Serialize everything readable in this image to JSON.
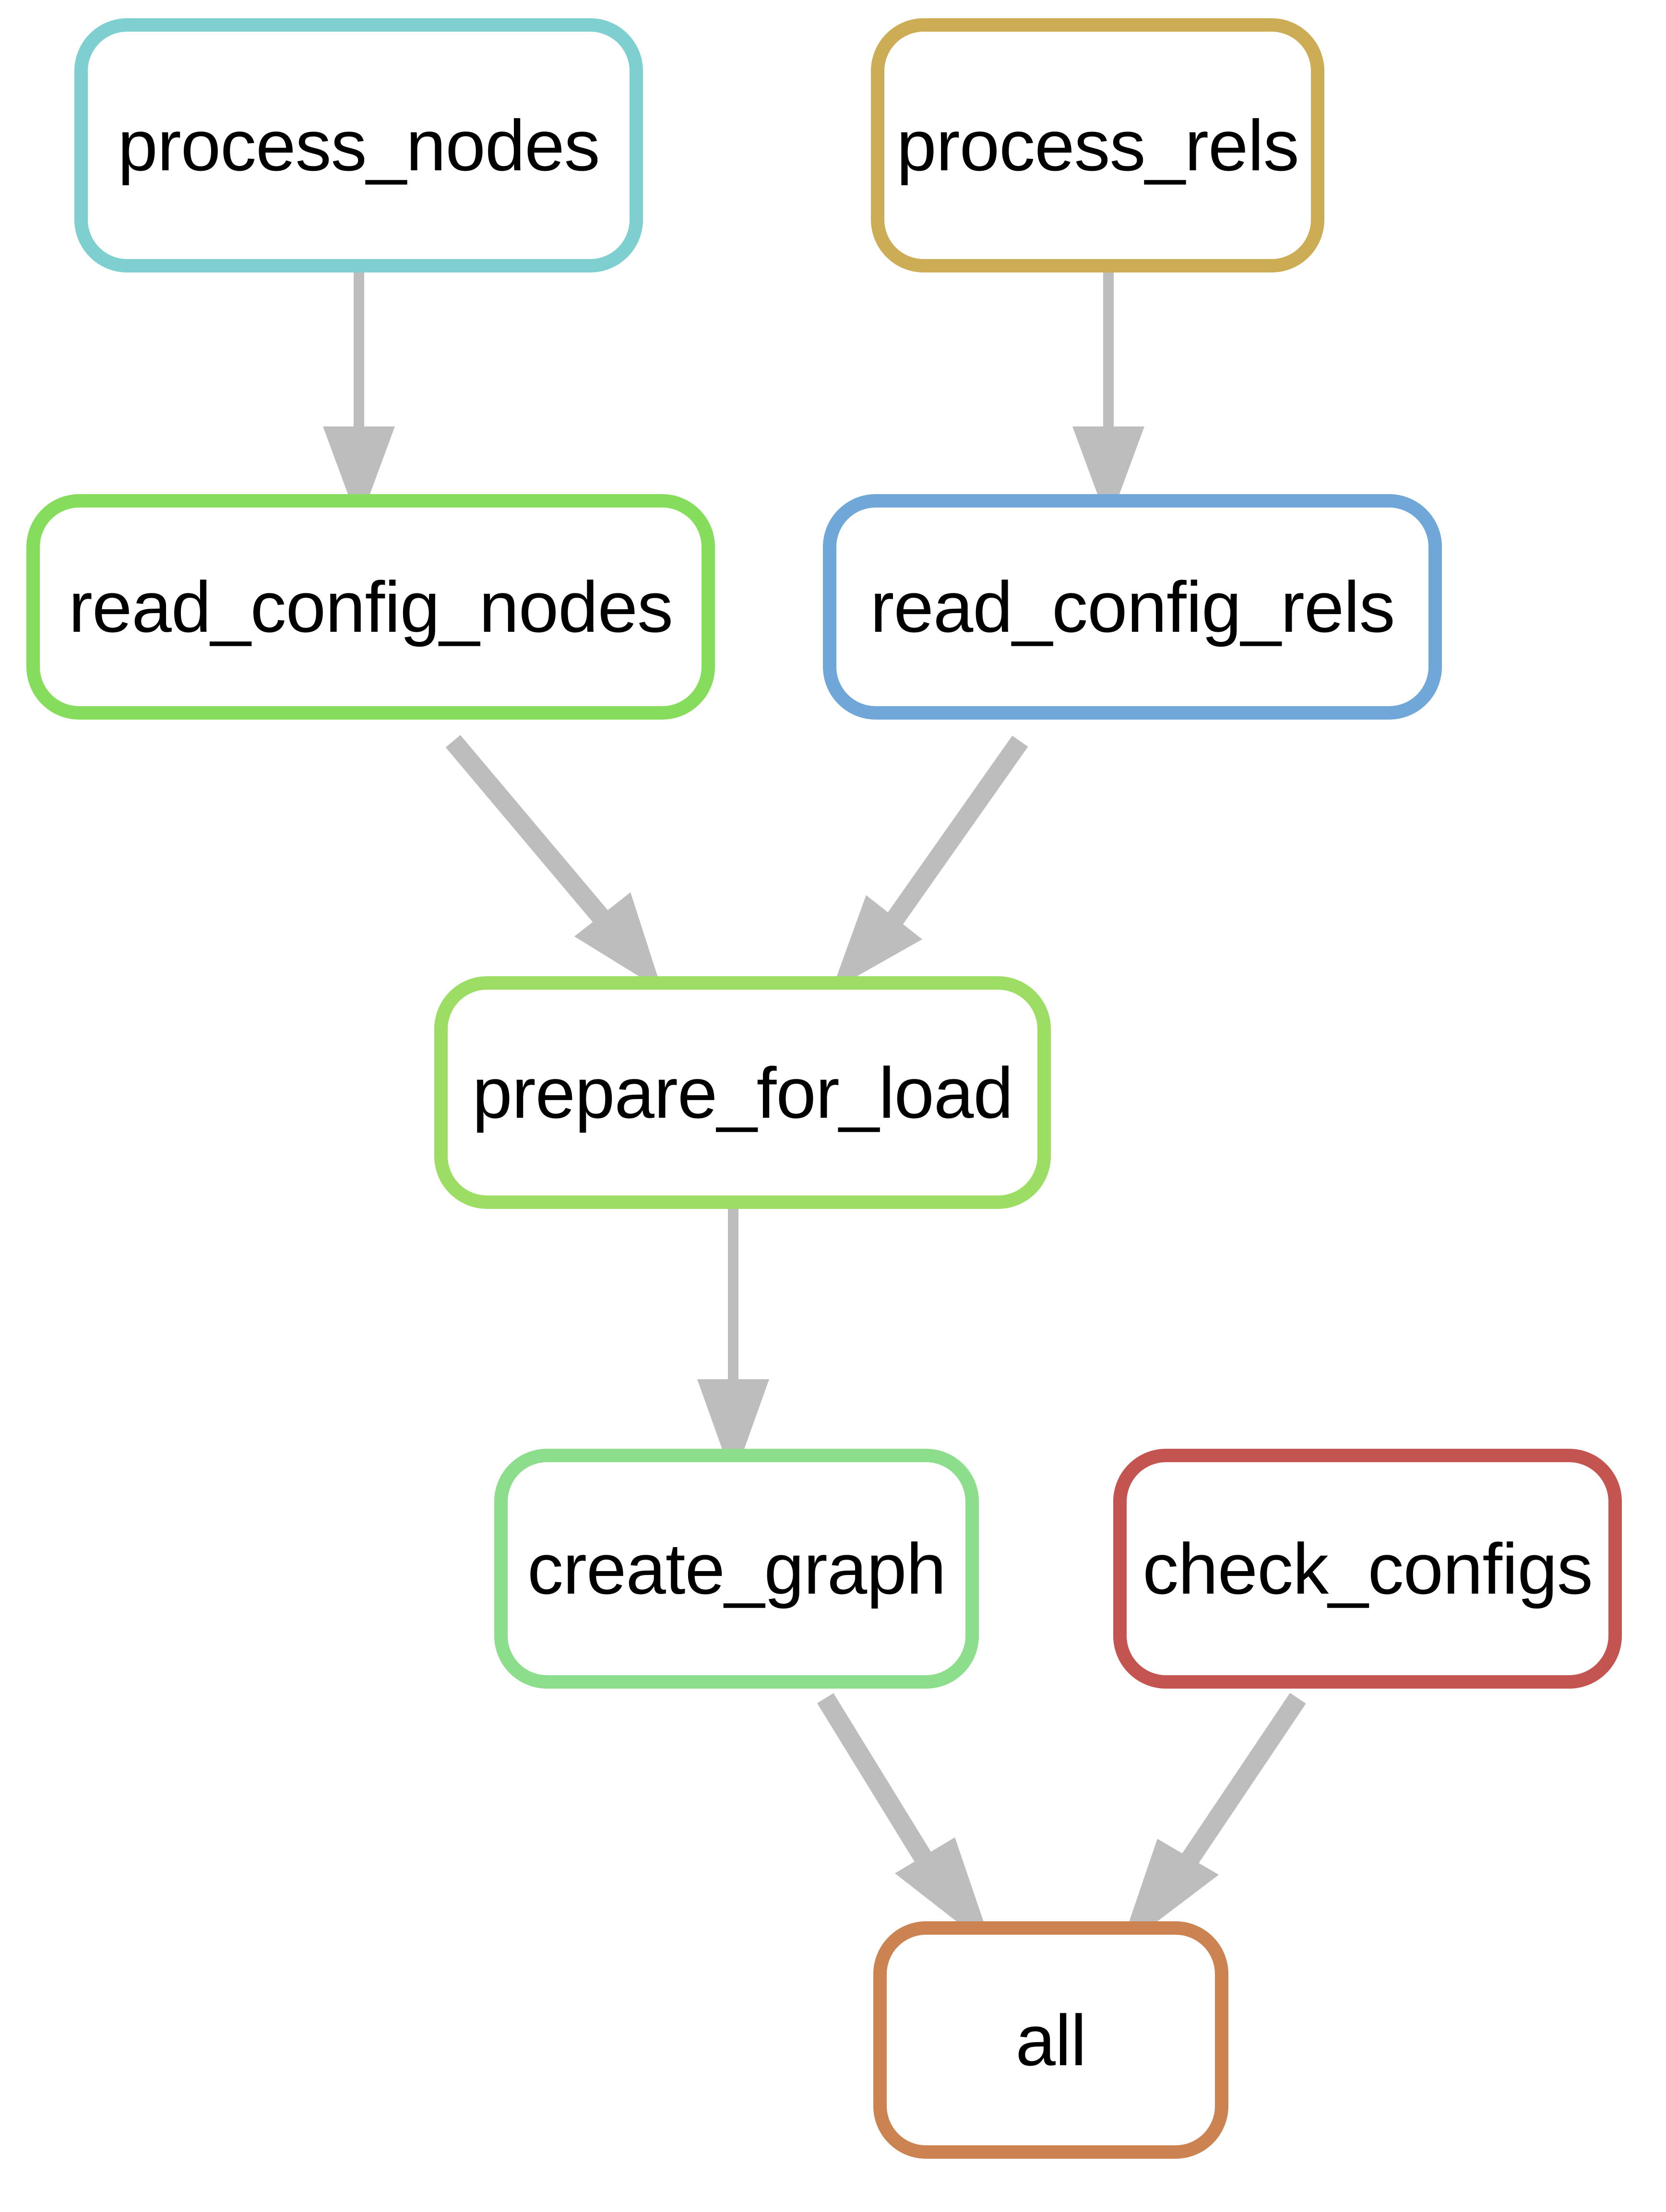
{
  "diagram": {
    "type": "directed-acyclic-graph",
    "title": "",
    "background_color": "#ffffff",
    "edge_color": "#bdbdbd",
    "label_color": "#000000",
    "nodes": [
      {
        "id": "process_nodes",
        "label": "process_nodes",
        "color": "#7ecfcf",
        "shape": "rounded-rectangle"
      },
      {
        "id": "process_rels",
        "label": "process_rels",
        "color": "#ccac55",
        "shape": "rounded-rectangle"
      },
      {
        "id": "read_config_nodes",
        "label": "read_config_nodes",
        "color": "#85dd5b",
        "shape": "rounded-rectangle"
      },
      {
        "id": "read_config_rels",
        "label": "read_config_rels",
        "color": "#6fa8d8",
        "shape": "rounded-rectangle"
      },
      {
        "id": "prepare_for_load",
        "label": "prepare_for_load",
        "color": "#9cdd64",
        "shape": "rounded-rectangle"
      },
      {
        "id": "create_graph",
        "label": "create_graph",
        "color": "#8cdd8c",
        "shape": "rounded-rectangle"
      },
      {
        "id": "check_configs",
        "label": "check_configs",
        "color": "#c4544f",
        "shape": "rounded-rectangle"
      },
      {
        "id": "all",
        "label": "all",
        "color": "#cb8352",
        "shape": "rounded-rectangle"
      }
    ],
    "edges": [
      {
        "from": "process_nodes",
        "to": "read_config_nodes"
      },
      {
        "from": "process_rels",
        "to": "read_config_rels"
      },
      {
        "from": "read_config_nodes",
        "to": "prepare_for_load"
      },
      {
        "from": "read_config_rels",
        "to": "prepare_for_load"
      },
      {
        "from": "prepare_for_load",
        "to": "create_graph"
      },
      {
        "from": "create_graph",
        "to": "all"
      },
      {
        "from": "check_configs",
        "to": "all"
      }
    ]
  }
}
